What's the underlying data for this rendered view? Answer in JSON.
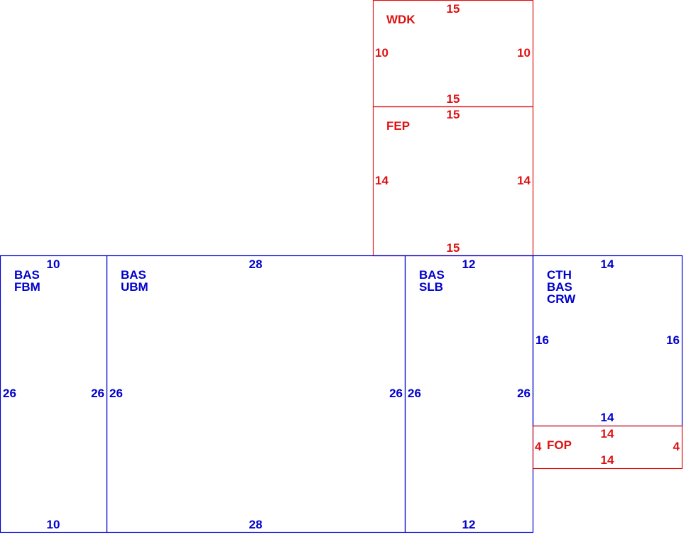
{
  "colors": {
    "living": "#0000cc",
    "exterior": "#dd1111"
  },
  "areas": {
    "fbm": {
      "lines": [
        "BAS",
        "FBM"
      ],
      "dims": {
        "top": "10",
        "bottom": "10",
        "left": "26",
        "right": "26"
      }
    },
    "ubm": {
      "lines": [
        "BAS",
        "UBM"
      ],
      "dims": {
        "top": "28",
        "bottom": "28",
        "left": "26",
        "right": "26"
      }
    },
    "slb": {
      "lines": [
        "BAS",
        "SLB"
      ],
      "dims": {
        "top": "12",
        "bottom": "12",
        "left": "26",
        "right": "26"
      }
    },
    "crw": {
      "lines": [
        "CTH",
        "BAS",
        "CRW"
      ],
      "dims": {
        "top": "14",
        "bottom": "14",
        "left": "16",
        "right": "16"
      }
    },
    "fop": {
      "lines": [
        "FOP"
      ],
      "dims": {
        "top": "14",
        "bottom": "14",
        "left": "4",
        "right": "4"
      }
    },
    "fep": {
      "lines": [
        "FEP"
      ],
      "dims": {
        "top": "15",
        "bottom": "15",
        "left": "14",
        "right": "14"
      }
    },
    "wdk": {
      "lines": [
        "WDK"
      ],
      "dims": {
        "top": "15",
        "bottom": "15",
        "left": "10",
        "right": "10"
      }
    }
  }
}
